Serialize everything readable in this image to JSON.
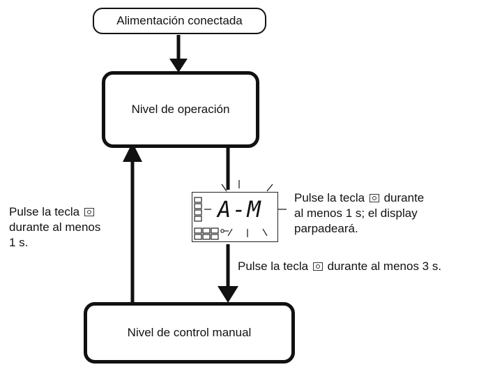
{
  "nodes": {
    "power_on": "Alimentación conectada",
    "operation_level": "Nivel de operación",
    "manual_level": "Nivel de control manual"
  },
  "display": {
    "text": "A-M"
  },
  "notes": {
    "blink_pre": "Pulse la tecla",
    "blink_post": "durante",
    "blink_line2": "al menos 1 s; el display",
    "blink_line3": "parpadeará.",
    "down_pre": "Pulse la tecla",
    "down_post": "durante al menos 3 s.",
    "up_pre": "Pulse la tecla",
    "up_line2": "durante al menos",
    "up_line3": "1 s."
  },
  "icons": {
    "key": "mode-key-icon"
  }
}
